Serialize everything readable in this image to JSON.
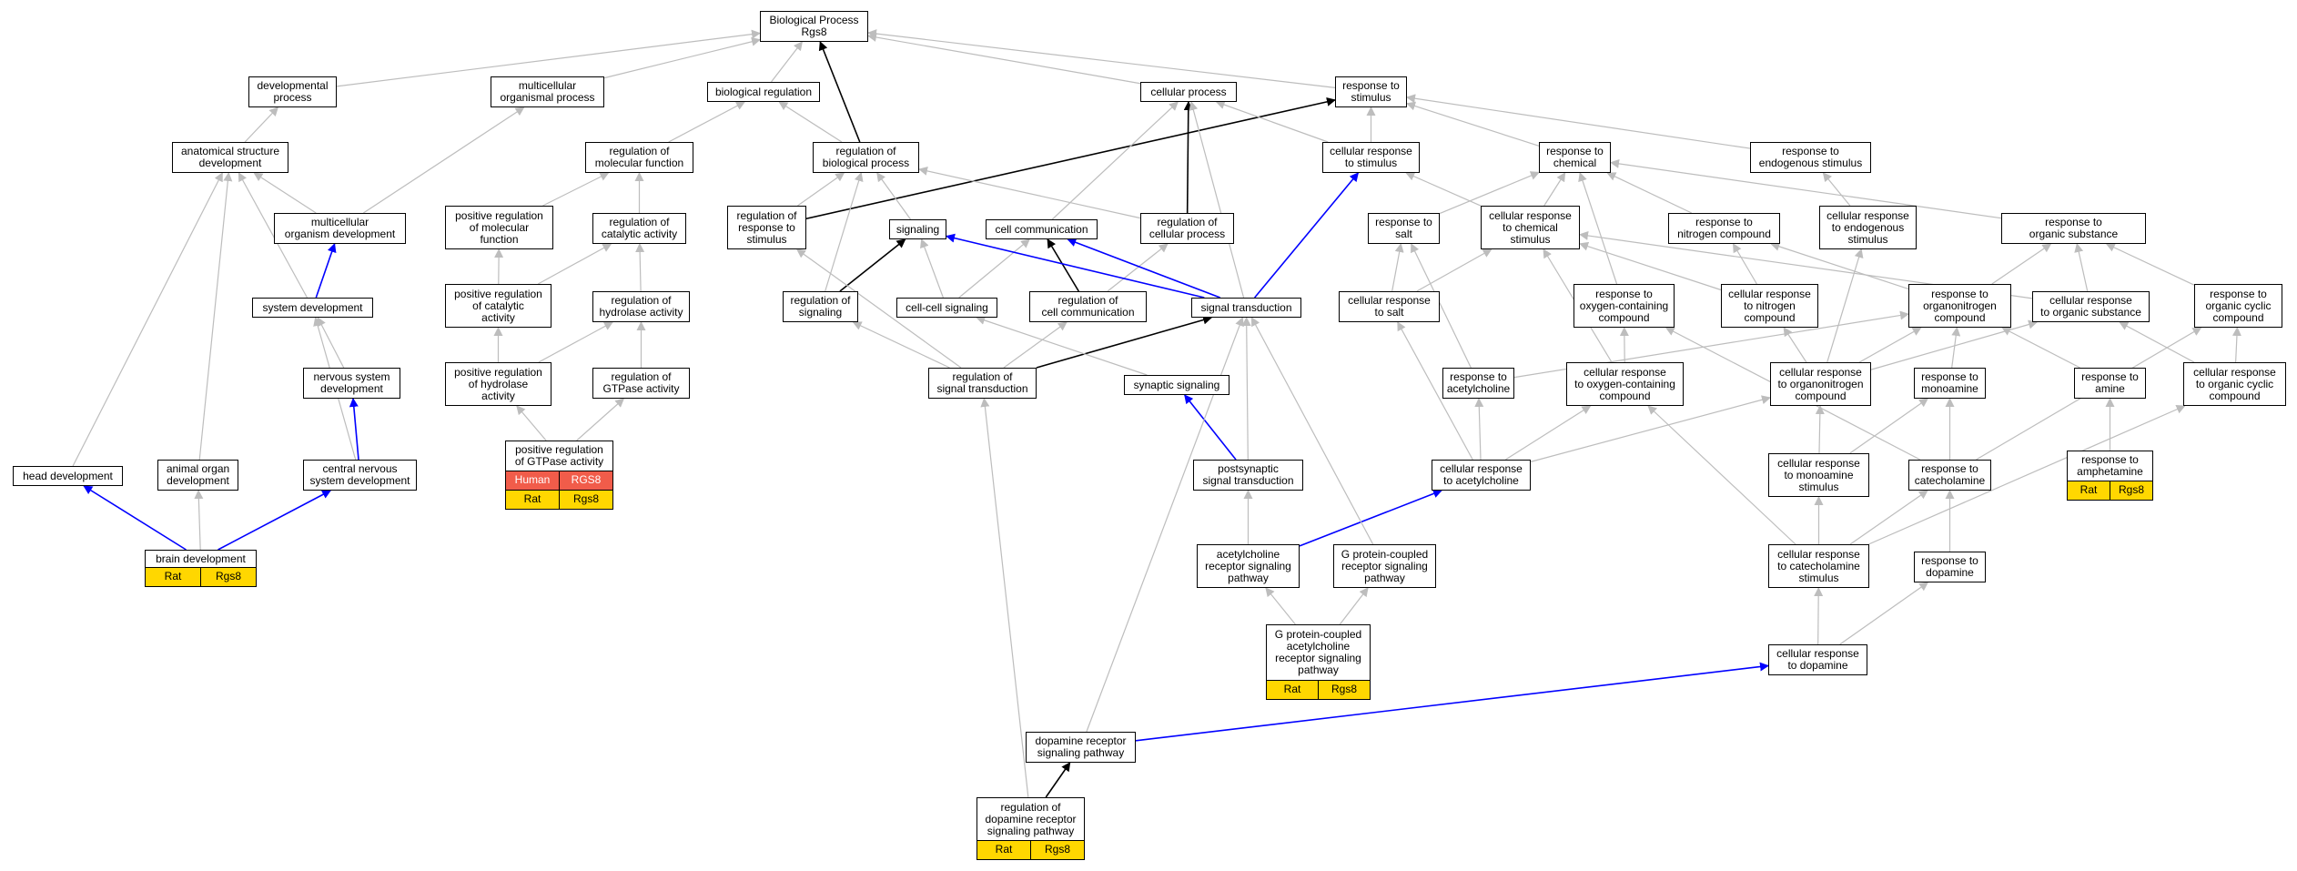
{
  "colors": {
    "gray_edge": "#BDBDBD",
    "black_edge": "#000000",
    "blue_edge": "#0000FF",
    "rat_fill": "#FFD700",
    "human_fill": "#F15C4A"
  },
  "nodes": {
    "root": "Biological Process\nRgs8",
    "developmental_process": "developmental\nprocess",
    "multicellular_organismal_process": "multicellular\norganismal process",
    "biological_regulation": "biological regulation",
    "cellular_process": "cellular process",
    "response_to_stimulus": "response to\nstimulus",
    "anatomical_structure_development": "anatomical structure\ndevelopment",
    "regulation_of_molecular_function": "regulation of\nmolecular function",
    "regulation_of_biological_process": "regulation of\nbiological process",
    "cellular_response_to_stimulus": "cellular response\nto stimulus",
    "response_to_chemical": "response to\nchemical",
    "response_to_endogenous_stimulus": "response to\nendogenous stimulus",
    "multicellular_organism_development": "multicellular\norganism development",
    "positive_regulation_of_molecular_function": "positive regulation\nof molecular\nfunction",
    "regulation_of_catalytic_activity": "regulation of\ncatalytic activity",
    "regulation_of_response_to_stimulus": "regulation of\nresponse to\nstimulus",
    "signaling": "signaling",
    "cell_communication": "cell communication",
    "regulation_of_cellular_process": "regulation of\ncellular process",
    "response_to_salt": "response to\nsalt",
    "cellular_response_to_chemical_stimulus": "cellular response\nto chemical\nstimulus",
    "response_to_nitrogen_compound": "response to\nnitrogen compound",
    "cellular_response_to_endogenous_stimulus": "cellular response\nto endogenous\nstimulus",
    "response_to_organic_substance": "response to\norganic substance",
    "system_development": "system development",
    "positive_regulation_of_catalytic_activity": "positive regulation\nof catalytic\nactivity",
    "regulation_of_hydrolase_activity": "regulation of\nhydrolase activity",
    "regulation_of_signaling": "regulation of\nsignaling",
    "cell_cell_signaling": "cell-cell signaling",
    "regulation_of_cell_communication": "regulation of\ncell communication",
    "signal_transduction": "signal transduction",
    "cellular_response_to_salt": "cellular response\nto salt",
    "response_to_oxygen_containing_compound": "response to\noxygen-containing\ncompound",
    "cellular_response_to_nitrogen_compound": "cellular response\nto nitrogen\ncompound",
    "response_to_organonitrogen_compound": "response to\norganonitrogen\ncompound",
    "cellular_response_to_organic_substance": "cellular response\nto organic substance",
    "response_to_organic_cyclic_compound": "response to\norganic cyclic\ncompound",
    "nervous_system_development": "nervous system\ndevelopment",
    "positive_regulation_of_hydrolase_activity": "positive regulation\nof hydrolase\nactivity",
    "regulation_of_gtpase_activity": "regulation of\nGTPase activity",
    "regulation_of_signal_transduction": "regulation of\nsignal transduction",
    "synaptic_signaling": "synaptic signaling",
    "response_to_acetylcholine": "response to\nacetylcholine",
    "cellular_response_to_oxygen_containing_compound": "cellular response\nto oxygen-containing\ncompound",
    "cellular_response_to_organonitrogen_compound": "cellular response\nto organonitrogen\ncompound",
    "response_to_monoamine": "response to\nmonoamine",
    "response_to_amine": "response to\namine",
    "cellular_response_to_organic_cyclic_compound": "cellular response\nto organic cyclic\ncompound",
    "head_development": "head development",
    "animal_organ_development": "animal organ\ndevelopment",
    "central_nervous_system_development": "central nervous\nsystem development",
    "positive_regulation_of_gtpase_activity": "positive regulation\nof GTPase activity",
    "postsynaptic_signal_transduction": "postsynaptic\nsignal transduction",
    "cellular_response_to_acetylcholine": "cellular response\nto acetylcholine",
    "cellular_response_to_monoamine_stimulus": "cellular response\nto monoamine\nstimulus",
    "response_to_catecholamine": "response to\ncatecholamine",
    "response_to_amphetamine": "response to\namphetamine",
    "brain_development": "brain development",
    "acetylcholine_receptor_signaling_pathway": "acetylcholine\nreceptor signaling\npathway",
    "g_protein_coupled_receptor_signaling_pathway": "G protein-coupled\nreceptor signaling\npathway",
    "cellular_response_to_catecholamine_stimulus": "cellular response\nto catecholamine\nstimulus",
    "response_to_dopamine": "response to\ndopamine",
    "g_protein_coupled_acetylcholine_receptor_signaling_pathway": "G protein-coupled\nacetylcholine\nreceptor signaling\npathway",
    "cellular_response_to_dopamine": "cellular response\nto dopamine",
    "dopamine_receptor_signaling_pathway": "dopamine receptor\nsignaling pathway",
    "regulation_of_dopamine_receptor_signaling_pathway": "regulation of\ndopamine receptor\nsignaling pathway"
  },
  "annotations": {
    "positive_regulation_of_gtpase_activity": [
      [
        "Human",
        "RGS8"
      ],
      [
        "Rat",
        "Rgs8"
      ]
    ],
    "brain_development": [
      [
        "Rat",
        "Rgs8"
      ]
    ],
    "g_protein_coupled_acetylcholine_receptor_signaling_pathway": [
      [
        "Rat",
        "Rgs8"
      ]
    ],
    "regulation_of_dopamine_receptor_signaling_pathway": [
      [
        "Rat",
        "Rgs8"
      ]
    ],
    "response_to_amphetamine": [
      [
        "Rat",
        "Rgs8"
      ]
    ]
  },
  "edges": [
    {
      "from": "developmental_process",
      "to": "root",
      "kind": "gray"
    },
    {
      "from": "multicellular_organismal_process",
      "to": "root",
      "kind": "gray"
    },
    {
      "from": "biological_regulation",
      "to": "root",
      "kind": "gray"
    },
    {
      "from": "cellular_process",
      "to": "root",
      "kind": "gray"
    },
    {
      "from": "response_to_stimulus",
      "to": "root",
      "kind": "gray"
    },
    {
      "from": "regulation_of_biological_process",
      "to": "root",
      "kind": "black"
    },
    {
      "from": "anatomical_structure_development",
      "to": "developmental_process",
      "kind": "gray"
    },
    {
      "from": "multicellular_organism_development",
      "to": "anatomical_structure_development",
      "kind": "gray"
    },
    {
      "from": "multicellular_organism_development",
      "to": "multicellular_organismal_process",
      "kind": "gray"
    },
    {
      "from": "system_development",
      "to": "multicellular_organism_development",
      "kind": "blue"
    },
    {
      "from": "system_development",
      "to": "anatomical_structure_development",
      "kind": "gray"
    },
    {
      "from": "head_development",
      "to": "anatomical_structure_development",
      "kind": "gray"
    },
    {
      "from": "animal_organ_development",
      "to": "anatomical_structure_development",
      "kind": "gray"
    },
    {
      "from": "nervous_system_development",
      "to": "system_development",
      "kind": "gray"
    },
    {
      "from": "central_nervous_system_development",
      "to": "nervous_system_development",
      "kind": "blue"
    },
    {
      "from": "central_nervous_system_development",
      "to": "system_development",
      "kind": "gray"
    },
    {
      "from": "brain_development",
      "to": "head_development",
      "kind": "blue"
    },
    {
      "from": "brain_development",
      "to": "animal_organ_development",
      "kind": "gray"
    },
    {
      "from": "brain_development",
      "to": "central_nervous_system_development",
      "kind": "blue"
    },
    {
      "from": "regulation_of_molecular_function",
      "to": "biological_regulation",
      "kind": "gray"
    },
    {
      "from": "regulation_of_biological_process",
      "to": "biological_regulation",
      "kind": "gray"
    },
    {
      "from": "positive_regulation_of_molecular_function",
      "to": "regulation_of_molecular_function",
      "kind": "gray"
    },
    {
      "from": "regulation_of_catalytic_activity",
      "to": "regulation_of_molecular_function",
      "kind": "gray"
    },
    {
      "from": "positive_regulation_of_catalytic_activity",
      "to": "positive_regulation_of_molecular_function",
      "kind": "gray"
    },
    {
      "from": "positive_regulation_of_catalytic_activity",
      "to": "regulation_of_catalytic_activity",
      "kind": "gray"
    },
    {
      "from": "regulation_of_hydrolase_activity",
      "to": "regulation_of_catalytic_activity",
      "kind": "gray"
    },
    {
      "from": "positive_regulation_of_hydrolase_activity",
      "to": "positive_regulation_of_catalytic_activity",
      "kind": "gray"
    },
    {
      "from": "positive_regulation_of_hydrolase_activity",
      "to": "regulation_of_hydrolase_activity",
      "kind": "gray"
    },
    {
      "from": "regulation_of_gtpase_activity",
      "to": "regulation_of_hydrolase_activity",
      "kind": "gray"
    },
    {
      "from": "positive_regulation_of_gtpase_activity",
      "to": "positive_regulation_of_hydrolase_activity",
      "kind": "gray"
    },
    {
      "from": "positive_regulation_of_gtpase_activity",
      "to": "regulation_of_gtpase_activity",
      "kind": "gray"
    },
    {
      "from": "regulation_of_response_to_stimulus",
      "to": "response_to_stimulus",
      "kind": "black"
    },
    {
      "from": "regulation_of_response_to_stimulus",
      "to": "regulation_of_biological_process",
      "kind": "gray"
    },
    {
      "from": "signaling",
      "to": "regulation_of_biological_process",
      "kind": "gray"
    },
    {
      "from": "cell_communication",
      "to": "cellular_process",
      "kind": "gray"
    },
    {
      "from": "regulation_of_cellular_process",
      "to": "cellular_process",
      "kind": "black"
    },
    {
      "from": "regulation_of_cellular_process",
      "to": "regulation_of_biological_process",
      "kind": "gray"
    },
    {
      "from": "cellular_response_to_stimulus",
      "to": "response_to_stimulus",
      "kind": "gray"
    },
    {
      "from": "cellular_response_to_stimulus",
      "to": "cellular_process",
      "kind": "gray"
    },
    {
      "from": "response_to_chemical",
      "to": "response_to_stimulus",
      "kind": "gray"
    },
    {
      "from": "response_to_endogenous_stimulus",
      "to": "response_to_stimulus",
      "kind": "gray"
    },
    {
      "from": "regulation_of_signaling",
      "to": "signaling",
      "kind": "black"
    },
    {
      "from": "regulation_of_signaling",
      "to": "regulation_of_biological_process",
      "kind": "gray"
    },
    {
      "from": "cell_cell_signaling",
      "to": "signaling",
      "kind": "gray"
    },
    {
      "from": "cell_cell_signaling",
      "to": "cell_communication",
      "kind": "gray"
    },
    {
      "from": "regulation_of_cell_communication",
      "to": "cell_communication",
      "kind": "black"
    },
    {
      "from": "regulation_of_cell_communication",
      "to": "regulation_of_cellular_process",
      "kind": "gray"
    },
    {
      "from": "signal_transduction",
      "to": "signaling",
      "kind": "blue"
    },
    {
      "from": "signal_transduction",
      "to": "cell_communication",
      "kind": "blue"
    },
    {
      "from": "signal_transduction",
      "to": "cellular_response_to_stimulus",
      "kind": "blue"
    },
    {
      "from": "signal_transduction",
      "to": "cellular_process",
      "kind": "gray"
    },
    {
      "from": "regulation_of_signal_transduction",
      "to": "regulation_of_signaling",
      "kind": "gray"
    },
    {
      "from": "regulation_of_signal_transduction",
      "to": "regulation_of_cell_communication",
      "kind": "gray"
    },
    {
      "from": "regulation_of_signal_transduction",
      "to": "signal_transduction",
      "kind": "black"
    },
    {
      "from": "regulation_of_signal_transduction",
      "to": "regulation_of_response_to_stimulus",
      "kind": "gray"
    },
    {
      "from": "synaptic_signaling",
      "to": "cell_cell_signaling",
      "kind": "gray"
    },
    {
      "from": "postsynaptic_signal_transduction",
      "to": "synaptic_signaling",
      "kind": "blue"
    },
    {
      "from": "postsynaptic_signal_transduction",
      "to": "signal_transduction",
      "kind": "gray"
    },
    {
      "from": "acetylcholine_receptor_signaling_pathway",
      "to": "postsynaptic_signal_transduction",
      "kind": "gray"
    },
    {
      "from": "acetylcholine_receptor_signaling_pathway",
      "to": "cellular_response_to_acetylcholine",
      "kind": "blue"
    },
    {
      "from": "g_protein_coupled_receptor_signaling_pathway",
      "to": "signal_transduction",
      "kind": "gray"
    },
    {
      "from": "g_protein_coupled_acetylcholine_receptor_signaling_pathway",
      "to": "acetylcholine_receptor_signaling_pathway",
      "kind": "gray"
    },
    {
      "from": "g_protein_coupled_acetylcholine_receptor_signaling_pathway",
      "to": "g_protein_coupled_receptor_signaling_pathway",
      "kind": "gray"
    },
    {
      "from": "dopamine_receptor_signaling_pathway",
      "to": "signal_transduction",
      "kind": "gray"
    },
    {
      "from": "dopamine_receptor_signaling_pathway",
      "to": "cellular_response_to_dopamine",
      "kind": "blue"
    },
    {
      "from": "regulation_of_dopamine_receptor_signaling_pathway",
      "to": "dopamine_receptor_signaling_pathway",
      "kind": "black"
    },
    {
      "from": "regulation_of_dopamine_receptor_signaling_pathway",
      "to": "regulation_of_signal_transduction",
      "kind": "gray"
    },
    {
      "from": "response_to_salt",
      "to": "response_to_chemical",
      "kind": "gray"
    },
    {
      "from": "cellular_response_to_chemical_stimulus",
      "to": "response_to_chemical",
      "kind": "gray"
    },
    {
      "from": "cellular_response_to_chemical_stimulus",
      "to": "cellular_response_to_stimulus",
      "kind": "gray"
    },
    {
      "from": "response_to_nitrogen_compound",
      "to": "response_to_chemical",
      "kind": "gray"
    },
    {
      "from": "response_to_organic_substance",
      "to": "response_to_chemical",
      "kind": "gray"
    },
    {
      "from": "cellular_response_to_endogenous_stimulus",
      "to": "response_to_endogenous_stimulus",
      "kind": "gray"
    },
    {
      "from": "cellular_response_to_salt",
      "to": "response_to_salt",
      "kind": "gray"
    },
    {
      "from": "cellular_response_to_salt",
      "to": "cellular_response_to_chemical_stimulus",
      "kind": "gray"
    },
    {
      "from": "response_to_oxygen_containing_compound",
      "to": "response_to_chemical",
      "kind": "gray"
    },
    {
      "from": "cellular_response_to_nitrogen_compound",
      "to": "response_to_nitrogen_compound",
      "kind": "gray"
    },
    {
      "from": "cellular_response_to_nitrogen_compound",
      "to": "cellular_response_to_chemical_stimulus",
      "kind": "gray"
    },
    {
      "from": "response_to_organonitrogen_compound",
      "to": "response_to_nitrogen_compound",
      "kind": "gray"
    },
    {
      "from": "response_to_organonitrogen_compound",
      "to": "response_to_organic_substance",
      "kind": "gray"
    },
    {
      "from": "cellular_response_to_organic_substance",
      "to": "response_to_organic_substance",
      "kind": "gray"
    },
    {
      "from": "cellular_response_to_organic_substance",
      "to": "cellular_response_to_chemical_stimulus",
      "kind": "gray"
    },
    {
      "from": "response_to_organic_cyclic_compound",
      "to": "response_to_organic_substance",
      "kind": "gray"
    },
    {
      "from": "response_to_acetylcholine",
      "to": "response_to_salt",
      "kind": "gray"
    },
    {
      "from": "response_to_acetylcholine",
      "to": "response_to_organonitrogen_compound",
      "kind": "gray"
    },
    {
      "from": "cellular_response_to_oxygen_containing_compound",
      "to": "response_to_oxygen_containing_compound",
      "kind": "gray"
    },
    {
      "from": "cellular_response_to_oxygen_containing_compound",
      "to": "cellular_response_to_chemical_stimulus",
      "kind": "gray"
    },
    {
      "from": "cellular_response_to_organonitrogen_compound",
      "to": "response_to_organonitrogen_compound",
      "kind": "gray"
    },
    {
      "from": "cellular_response_to_organonitrogen_compound",
      "to": "cellular_response_to_nitrogen_compound",
      "kind": "gray"
    },
    {
      "from": "cellular_response_to_organonitrogen_compound",
      "to": "cellular_response_to_organic_substance",
      "kind": "gray"
    },
    {
      "from": "cellular_response_to_organonitrogen_compound",
      "to": "cellular_response_to_endogenous_stimulus",
      "kind": "gray"
    },
    {
      "from": "response_to_monoamine",
      "to": "response_to_organonitrogen_compound",
      "kind": "gray"
    },
    {
      "from": "response_to_amine",
      "to": "response_to_organonitrogen_compound",
      "kind": "gray"
    },
    {
      "from": "cellular_response_to_organic_cyclic_compound",
      "to": "response_to_organic_cyclic_compound",
      "kind": "gray"
    },
    {
      "from": "cellular_response_to_organic_cyclic_compound",
      "to": "cellular_response_to_organic_substance",
      "kind": "gray"
    },
    {
      "from": "cellular_response_to_acetylcholine",
      "to": "response_to_acetylcholine",
      "kind": "gray"
    },
    {
      "from": "cellular_response_to_acetylcholine",
      "to": "cellular_response_to_salt",
      "kind": "gray"
    },
    {
      "from": "cellular_response_to_acetylcholine",
      "to": "cellular_response_to_oxygen_containing_compound",
      "kind": "gray"
    },
    {
      "from": "cellular_response_to_acetylcholine",
      "to": "cellular_response_to_organonitrogen_compound",
      "kind": "gray"
    },
    {
      "from": "cellular_response_to_monoamine_stimulus",
      "to": "response_to_monoamine",
      "kind": "gray"
    },
    {
      "from": "cellular_response_to_monoamine_stimulus",
      "to": "cellular_response_to_organonitrogen_compound",
      "kind": "gray"
    },
    {
      "from": "response_to_catecholamine",
      "to": "response_to_monoamine",
      "kind": "gray"
    },
    {
      "from": "response_to_catecholamine",
      "to": "response_to_organic_cyclic_compound",
      "kind": "gray"
    },
    {
      "from": "response_to_catecholamine",
      "to": "response_to_oxygen_containing_compound",
      "kind": "gray"
    },
    {
      "from": "response_to_amphetamine",
      "to": "response_to_amine",
      "kind": "gray"
    },
    {
      "from": "cellular_response_to_catecholamine_stimulus",
      "to": "cellular_response_to_monoamine_stimulus",
      "kind": "gray"
    },
    {
      "from": "cellular_response_to_catecholamine_stimulus",
      "to": "response_to_catecholamine",
      "kind": "gray"
    },
    {
      "from": "cellular_response_to_catecholamine_stimulus",
      "to": "cellular_response_to_oxygen_containing_compound",
      "kind": "gray"
    },
    {
      "from": "cellular_response_to_catecholamine_stimulus",
      "to": "cellular_response_to_organic_cyclic_compound",
      "kind": "gray"
    },
    {
      "from": "response_to_dopamine",
      "to": "response_to_catecholamine",
      "kind": "gray"
    },
    {
      "from": "cellular_response_to_dopamine",
      "to": "cellular_response_to_catecholamine_stimulus",
      "kind": "gray"
    },
    {
      "from": "cellular_response_to_dopamine",
      "to": "response_to_dopamine",
      "kind": "gray"
    }
  ]
}
